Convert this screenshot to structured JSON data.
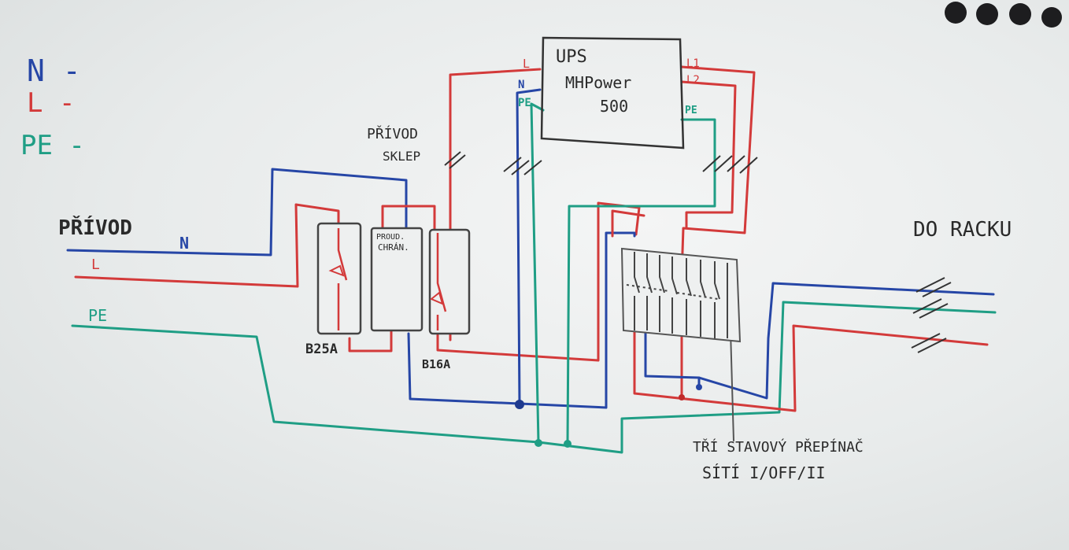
{
  "legend": {
    "n": "N -",
    "l": "L -",
    "pe": "PE -"
  },
  "colors": {
    "neutral": "#2646a6",
    "live": "#d33a3a",
    "protective_earth": "#1f9e85",
    "ink": "#2a2a2a"
  },
  "ups": {
    "line1": "UPS",
    "line2": "MHPower",
    "line3": "500",
    "in_l": "L",
    "in_n": "N",
    "in_pe": "PE",
    "out_l1": "L1",
    "out_l2": "L2",
    "out_pe": "PE"
  },
  "feed_top": {
    "line1": "PŘÍVOD",
    "line2": "SKLEP"
  },
  "feed_left": {
    "title": "PŘÍVOD",
    "n": "N",
    "l": "L",
    "pe": "PE"
  },
  "breakers": {
    "b25": "B25A",
    "rcd_line1": "PROUD.",
    "rcd_line2": "CHRÁN.",
    "b16": "B16A"
  },
  "rack_label": "DO RACKU",
  "switch_label": {
    "line1": "TŘÍ STAVOVÝ PŘEPÍNAČ",
    "line2": "SÍTÍ I/OFF/II"
  }
}
